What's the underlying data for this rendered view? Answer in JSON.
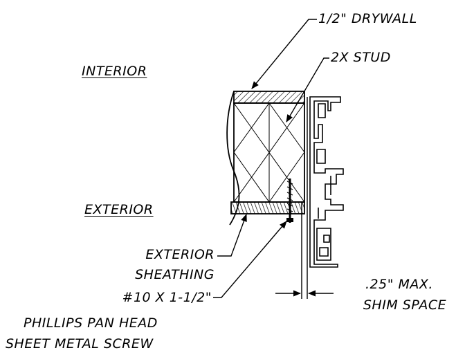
{
  "labels": {
    "drywall": "1/2\" DRYWALL",
    "stud": "2X STUD",
    "interior": "INTERIOR",
    "exterior": "EXTERIOR",
    "sheathing_1": "EXTERIOR",
    "sheathing_2": "SHEATHING",
    "shim_1": ".25\" MAX.",
    "shim_2": "SHIM SPACE",
    "screw_1": "#10 X 1-1/2\"",
    "screw_2": "PHILLIPS PAN HEAD",
    "screw_3": "SHEET METAL SCREW"
  }
}
